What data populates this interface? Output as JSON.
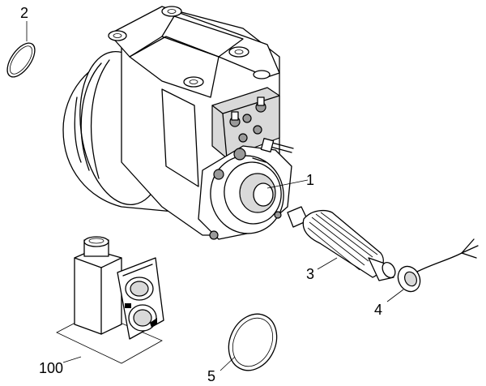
{
  "callouts": [
    {
      "id": "1",
      "label": "1"
    },
    {
      "id": "2",
      "label": "2"
    },
    {
      "id": "3",
      "label": "3"
    },
    {
      "id": "4",
      "label": "4"
    },
    {
      "id": "5",
      "label": "5"
    },
    {
      "id": "100",
      "label": "100"
    }
  ],
  "colors": {
    "line": "#000000",
    "background": "#ffffff",
    "shade": "#d9d9d9"
  }
}
